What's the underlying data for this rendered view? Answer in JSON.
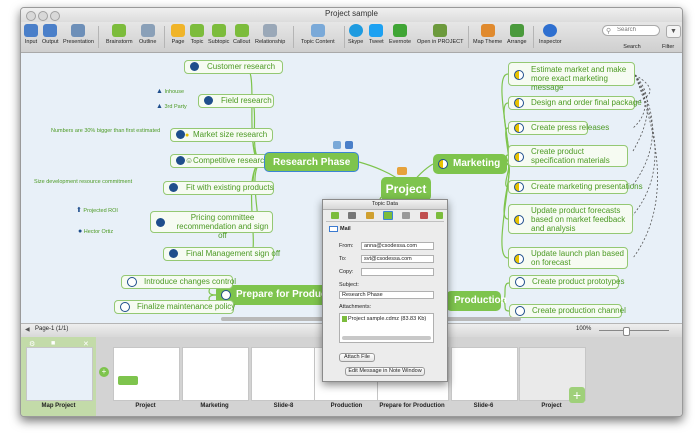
{
  "window": {
    "title": "Project sample"
  },
  "toolbar": {
    "items": [
      {
        "label": "Input",
        "icon": "input-icon",
        "color": "#4a7fc9"
      },
      {
        "label": "Output",
        "icon": "output-icon",
        "color": "#4a7fc9"
      },
      {
        "label": "Presentation",
        "icon": "presentation-icon",
        "color": "#6d8fb8"
      },
      {
        "label": "Brainstorm",
        "icon": "brainstorm-icon",
        "color": "#7cbc3c"
      },
      {
        "label": "Outline",
        "icon": "outline-icon",
        "color": "#8aa0b8"
      },
      {
        "label": "Page",
        "icon": "page-icon",
        "color": "#f0b429"
      },
      {
        "label": "Topic",
        "icon": "topic-icon",
        "color": "#7cbc3c"
      },
      {
        "label": "Subtopic",
        "icon": "subtopic-icon",
        "color": "#7cbc3c"
      },
      {
        "label": "Callout",
        "icon": "callout-icon",
        "color": "#7cbc3c"
      },
      {
        "label": "Relationship",
        "icon": "relationship-icon",
        "color": "#9aa8b8"
      },
      {
        "label": "Topic Content",
        "icon": "topic-content-icon",
        "color": "#7aa9d8"
      },
      {
        "label": "Skype",
        "icon": "skype-icon",
        "color": "#1e9be0"
      },
      {
        "label": "Tweet",
        "icon": "tweet-icon",
        "color": "#1da1f2"
      },
      {
        "label": "Evernote",
        "icon": "evernote-icon",
        "color": "#3fa535"
      },
      {
        "label": "Open in PROJECT",
        "icon": "open-in-project-icon",
        "color": "#6c9a3c"
      },
      {
        "label": "Map Theme",
        "icon": "map-theme-icon",
        "color": "#e08a2e"
      },
      {
        "label": "Arrange",
        "icon": "arrange-icon",
        "color": "#4a9a3c"
      },
      {
        "label": "Inspector",
        "icon": "inspector-icon",
        "color": "#2e6fd0"
      },
      {
        "label": "Search",
        "icon": "search-icon",
        "color": "#888888"
      },
      {
        "label": "Filter",
        "icon": "filter-icon",
        "color": "#555555"
      }
    ],
    "search_placeholder": "Search"
  },
  "map": {
    "central": "Project",
    "research_phase": {
      "label": "Research Phase",
      "topics": [
        "Customer research",
        "Field research",
        "Market size research",
        "Competitive research",
        "Fit with existing products",
        "Pricing committee recommendation and sign off",
        "Final Management sign off"
      ],
      "notes": [
        "Inhouse",
        "3rd Party",
        "Numbers are 30% bigger than first estimated",
        "Size development resource commitment",
        "Projected ROI",
        "Hector Ortiz"
      ]
    },
    "marketing": {
      "label": "Marketing",
      "topics": [
        "Estimate market and make more exact marketing message",
        "Design and order final package",
        "Create press releases",
        "Create product specification materials",
        "Create marketing presentations",
        "Update product forecasts based on market feedback and analysis",
        "Update launch plan based on forecast"
      ]
    },
    "prepare": {
      "label": "Prepare for Production",
      "topics": [
        "Introduce changes control",
        "Finalize maintenance policy"
      ]
    },
    "production": {
      "label": "Production",
      "topics": [
        "Create product prototypes",
        "Create production channel"
      ]
    }
  },
  "statusbar": {
    "page": "Page-1 (1/1)",
    "zoom": "100%"
  },
  "filmstrip": {
    "thumbs": [
      "Map Project",
      "Project",
      "Marketing",
      "Slide-8",
      "Production",
      "Prepare for Production",
      "Slide-6",
      "Project"
    ]
  },
  "dialog": {
    "title": "Topic Data",
    "section": "Mail",
    "from_label": "From:",
    "from": "anna@csodessa.com",
    "to_label": "To:",
    "to": "svt@csodessa.com",
    "copy_label": "Copy:",
    "copy": "",
    "subject_label": "Subject:",
    "subject": "Research Phase",
    "attachments_label": "Attachments:",
    "attachment": "Project sample.cdmz (83.83 Kb)",
    "attach_button": "Attach File",
    "edit_button": "Edit Message in Note Window"
  },
  "colors": {
    "topic_text": "#4c9a24",
    "main_fill": "#7ec44d",
    "task_icon": "#1f4e8c"
  }
}
